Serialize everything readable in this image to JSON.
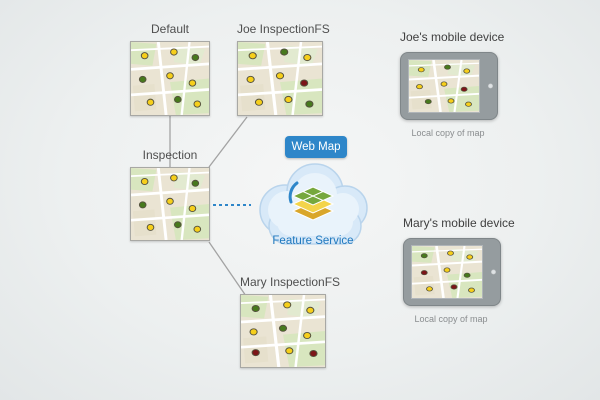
{
  "versions": [
    {
      "label": "Default"
    },
    {
      "label": "Joe InspectionFS"
    },
    {
      "label": "Inspection"
    },
    {
      "label": "Mary InspectionFS"
    }
  ],
  "cloud": {
    "web_map_label": "Web Map",
    "feature_service_label": "Feature Service"
  },
  "devices": [
    {
      "label": "Joe's mobile device",
      "caption": "Local copy of map"
    },
    {
      "label": "Mary's mobile device",
      "caption": "Local copy of map"
    }
  ],
  "colors": {
    "accent_blue": "#2e86c9",
    "connector_gray": "#a3a3a3",
    "label_gray": "#4f4f4f",
    "cloud_fill": "#d8e9f8"
  }
}
